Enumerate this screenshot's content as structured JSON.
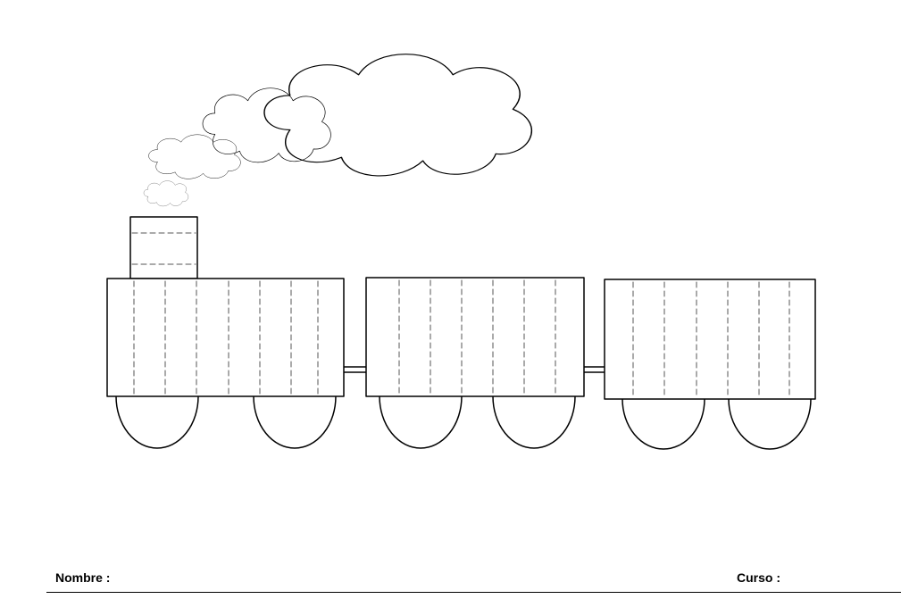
{
  "worksheet": {
    "nombre_label": "Nombre :",
    "curso_label": "Curso :"
  },
  "colors": {
    "ink": "#000000",
    "guide_dash": "#555555",
    "paper": "#ffffff"
  },
  "illustration": {
    "subject": "train",
    "parts": [
      "locomotive",
      "wagon",
      "wagon"
    ],
    "smoke_clouds": 4,
    "wheels_per_car": 2
  }
}
